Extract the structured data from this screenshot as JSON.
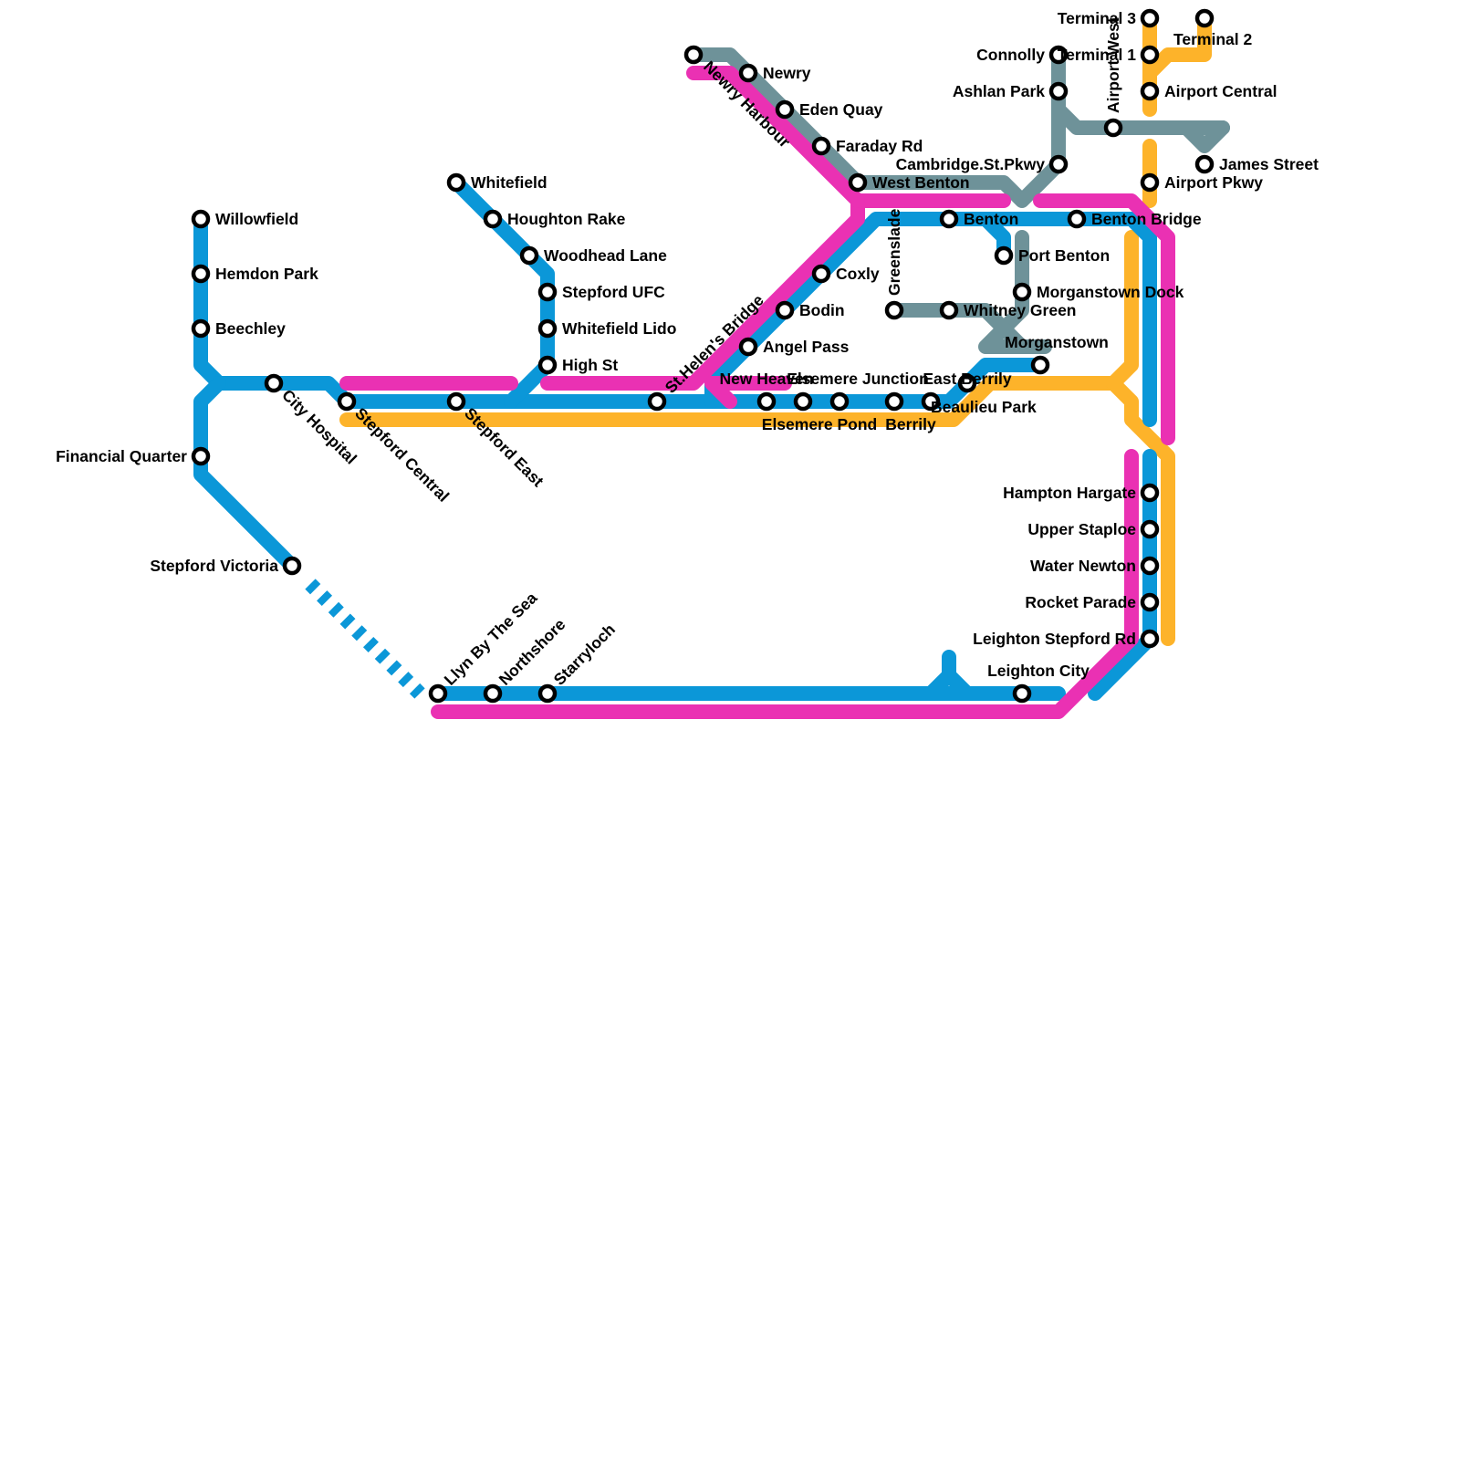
{
  "lines": {
    "blue": "#0b97d8",
    "pink": "#ea31b3",
    "orange": "#fdb32a",
    "gray": "#6e9299"
  },
  "stations": {
    "willowfield": "Willowfield",
    "hemdon_park": "Hemdon Park",
    "beechley": "Beechley",
    "financial_quarter": "Financial Quarter",
    "stepford_victoria": "Stepford Victoria",
    "city_hospital": "City Hospital",
    "stepford_central": "Stepford Central",
    "stepford_east": "Stepford East",
    "whitefield": "Whitefield",
    "houghton_rake": "Houghton Rake",
    "woodhead_lane": "Woodhead Lane",
    "stepford_ufc": "Stepford UFC",
    "whitefield_lido": "Whitefield Lido",
    "high_st": "High St",
    "st_helens_bridge": "St.Helen's Bridge",
    "newry_harbour": "Newry Harbour",
    "newry": "Newry",
    "eden_quay": "Eden Quay",
    "faraday_rd": "Faraday Rd",
    "west_benton": "West Benton",
    "coxly": "Coxly",
    "bodin": "Bodin",
    "angel_pass": "Angel Pass",
    "new_heaven": "New Heaven",
    "elsemere_pond": "Elsemere Pond",
    "elsemere_junction": "Elsemere Junction",
    "greenslade": "Greenslade",
    "berrily": "Berrily",
    "beaulieu_park": "Beaulieu Park",
    "east_berrily": "East Berrily",
    "benton": "Benton",
    "whitney_green": "Whitney Green",
    "port_benton": "Port Benton",
    "morganstown_dock": "Morganstown Dock",
    "morganstown": "Morganstown",
    "cambridge_st_pkwy": "Cambridge.St.Pkwy",
    "ashlan_park": "Ashlan Park",
    "connolly": "Connolly",
    "airport_west": "Airport West",
    "benton_bridge": "Benton Bridge",
    "terminal_3": "Terminal 3",
    "terminal_1": "Terminal 1",
    "terminal_2": "Terminal 2",
    "airport_central": "Airport Central",
    "james_street": "James Street",
    "airport_pkwy": "Airport Pkwy",
    "hampton_hargate": "Hampton Hargate",
    "upper_staploe": "Upper Staploe",
    "water_newton": "Water Newton",
    "rocket_parade": "Rocket Parade",
    "leighton_stepford_rd": "Leighton Stepford Rd",
    "leighton_city": "Leighton City",
    "llyn_by_the_sea": "Llyn By The Sea",
    "northshore": "Northshore",
    "starryloch": "Starryloch"
  }
}
